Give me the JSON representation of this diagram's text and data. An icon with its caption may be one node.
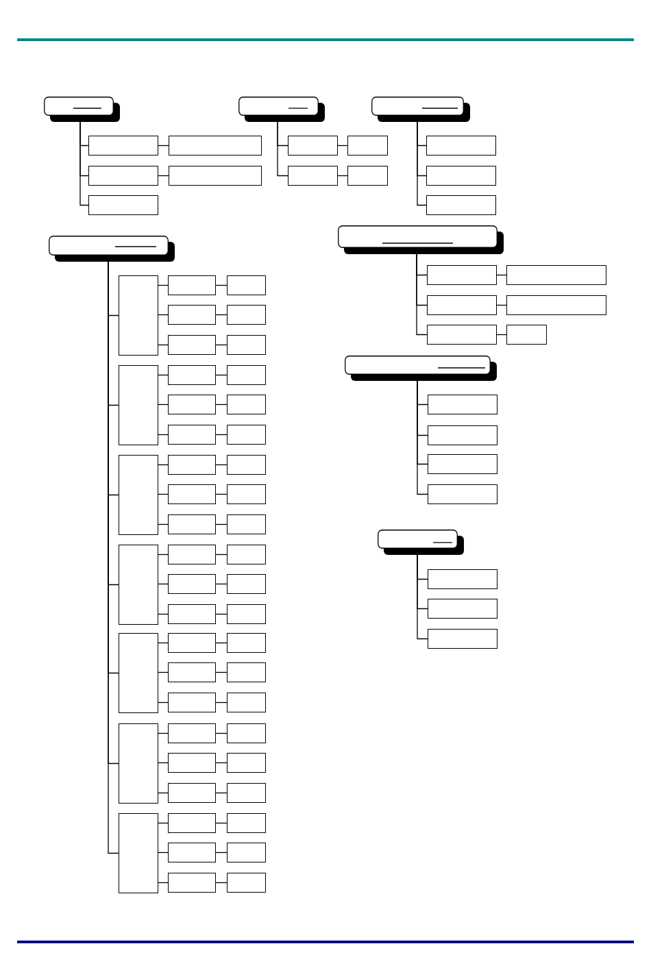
{
  "diagram": {
    "nodes": [
      {
        "text": [],
        "shape": "box"
      },
      {
        "text": [],
        "shape": "box"
      },
      {
        "text": [],
        "shape": "box"
      },
      {
        "text": [],
        "shape": "box"
      },
      {
        "text": [],
        "shape": "box"
      },
      {
        "text": [],
        "shape": "box"
      },
      {
        "text": [],
        "shape": "box"
      },
      {
        "text": [],
        "shape": "box"
      },
      {
        "text": [],
        "shape": "box"
      },
      {
        "text": [],
        "shape": "box"
      },
      {
        "text": [],
        "shape": "box"
      },
      {
        "text": [],
        "shape": "box"
      },
      {
        "text": [],
        "shape": "box"
      },
      {
        "text": [],
        "shape": "box"
      },
      {
        "text": [],
        "shape": "box"
      },
      {
        "text": [],
        "shape": "box"
      },
      {
        "text": [],
        "shape": "box"
      },
      {
        "text": [],
        "shape": "box"
      },
      {
        "text": [],
        "shape": "box"
      },
      {
        "text": [],
        "shape": "box"
      },
      {
        "text": [],
        "shape": "box"
      },
      {
        "text": [],
        "shape": "box"
      },
      {
        "text": [],
        "shape": "box"
      },
      {
        "text": [],
        "shape": "box"
      },
      {
        "text": [],
        "shape": "box"
      },
      {
        "text": [],
        "shape": "box"
      },
      {
        "text": [],
        "shape": "box"
      },
      {
        "text": [],
        "shape": "box"
      },
      {
        "text": [],
        "shape": "box"
      },
      {
        "text": [],
        "shape": "box"
      },
      {
        "text": [],
        "shape": "box"
      },
      {
        "text": [],
        "shape": "box"
      },
      {
        "text": [],
        "shape": "box"
      },
      {
        "text": [],
        "shape": "box"
      },
      {
        "text": [],
        "shape": "box"
      },
      {
        "text": [],
        "shape": "box"
      },
      {
        "text": [],
        "shape": "box"
      },
      {
        "text": [],
        "shape": "box"
      },
      {
        "text": [],
        "shape": "box"
      },
      {
        "text": [],
        "shape": "box"
      },
      {
        "text": [],
        "shape": "box"
      },
      {
        "text": [],
        "shape": "box"
      },
      {
        "text": [],
        "shape": "box"
      },
      {
        "text": [],
        "shape": "box"
      },
      {
        "text": [],
        "shape": "box"
      },
      {
        "text": [],
        "shape": "box"
      },
      {
        "text": [],
        "shape": "box"
      },
      {
        "text": [],
        "shape": "box"
      },
      {
        "text": [],
        "shape": "box"
      },
      {
        "text": [],
        "shape": "box"
      },
      {
        "text": [],
        "shape": "box"
      },
      {
        "text": [],
        "shape": "box"
      },
      {
        "text": [],
        "shape": "box"
      },
      {
        "text": [],
        "shape": "box"
      },
      {
        "text": [],
        "shape": "box"
      },
      {
        "text": [],
        "shape": "box"
      },
      {
        "text": [],
        "shape": "box"
      },
      {
        "text": [],
        "shape": "box"
      },
      {
        "text": [],
        "shape": "box"
      },
      {
        "text": [],
        "shape": "box"
      },
      {
        "text": [],
        "shape": "box"
      },
      {
        "text": [],
        "shape": "box"
      },
      {
        "text": [],
        "shape": "box"
      },
      {
        "text": [],
        "shape": "box"
      },
      {
        "text": [],
        "shape": "box"
      },
      {
        "text": [],
        "shape": "box"
      },
      {
        "text": [],
        "shape": "box"
      },
      {
        "text": [],
        "shape": "box"
      },
      {
        "text": [],
        "shape": "box"
      },
      {
        "text": [],
        "shape": "box"
      },
      {
        "text": [],
        "shape": "box"
      },
      {
        "text": [],
        "shape": "box"
      },
      {
        "text": [],
        "shape": "box"
      },
      {
        "text": [],
        "shape": "box"
      },
      {
        "text": [],
        "shape": "box"
      },
      {
        "text": [],
        "shape": "box"
      },
      {
        "text": [],
        "shape": "box"
      },
      {
        "text": [],
        "shape": "box"
      },
      {
        "text": [],
        "shape": "box"
      },
      {
        "text": [],
        "shape": "box"
      },
      {
        "text": [],
        "shape": "box"
      }
    ],
    "edges": [
      {
        "from": 0,
        "to": 1,
        "arrow": "none"
      },
      {
        "from": 1,
        "to": 2,
        "arrow": "none"
      },
      {
        "from": 0,
        "to": 3,
        "arrow": "none"
      },
      {
        "from": 3,
        "to": 4,
        "arrow": "none"
      },
      {
        "from": 0,
        "to": 5,
        "arrow": "none"
      },
      {
        "from": 6,
        "to": 7,
        "arrow": "none"
      },
      {
        "from": 7,
        "to": 8,
        "arrow": "none"
      },
      {
        "from": 6,
        "to": 9,
        "arrow": "none"
      },
      {
        "from": 9,
        "to": 10,
        "arrow": "none"
      },
      {
        "from": 11,
        "to": 12,
        "arrow": "none"
      },
      {
        "from": 11,
        "to": 13,
        "arrow": "none"
      },
      {
        "from": 11,
        "to": 14,
        "arrow": "none"
      },
      {
        "from": 15,
        "to": 16,
        "arrow": "none"
      },
      {
        "from": 16,
        "to": 17,
        "arrow": "none"
      },
      {
        "from": 17,
        "to": 18,
        "arrow": "none"
      },
      {
        "from": 16,
        "to": 19,
        "arrow": "none"
      },
      {
        "from": 19,
        "to": 20,
        "arrow": "none"
      },
      {
        "from": 16,
        "to": 21,
        "arrow": "none"
      },
      {
        "from": 21,
        "to": 22,
        "arrow": "none"
      },
      {
        "from": 15,
        "to": 23,
        "arrow": "none"
      },
      {
        "from": 23,
        "to": 24,
        "arrow": "none"
      },
      {
        "from": 24,
        "to": 25,
        "arrow": "none"
      },
      {
        "from": 23,
        "to": 26,
        "arrow": "none"
      },
      {
        "from": 26,
        "to": 27,
        "arrow": "none"
      },
      {
        "from": 23,
        "to": 28,
        "arrow": "none"
      },
      {
        "from": 28,
        "to": 29,
        "arrow": "none"
      },
      {
        "from": 15,
        "to": 30,
        "arrow": "none"
      },
      {
        "from": 30,
        "to": 31,
        "arrow": "none"
      },
      {
        "from": 31,
        "to": 32,
        "arrow": "none"
      },
      {
        "from": 30,
        "to": 33,
        "arrow": "none"
      },
      {
        "from": 33,
        "to": 34,
        "arrow": "none"
      },
      {
        "from": 30,
        "to": 35,
        "arrow": "none"
      },
      {
        "from": 35,
        "to": 36,
        "arrow": "none"
      },
      {
        "from": 15,
        "to": 37,
        "arrow": "none"
      },
      {
        "from": 37,
        "to": 38,
        "arrow": "none"
      },
      {
        "from": 38,
        "to": 39,
        "arrow": "none"
      },
      {
        "from": 37,
        "to": 40,
        "arrow": "none"
      },
      {
        "from": 40,
        "to": 41,
        "arrow": "none"
      },
      {
        "from": 37,
        "to": 42,
        "arrow": "none"
      },
      {
        "from": 42,
        "to": 43,
        "arrow": "none"
      },
      {
        "from": 15,
        "to": 44,
        "arrow": "none"
      },
      {
        "from": 44,
        "to": 45,
        "arrow": "none"
      },
      {
        "from": 45,
        "to": 46,
        "arrow": "none"
      },
      {
        "from": 44,
        "to": 47,
        "arrow": "none"
      },
      {
        "from": 47,
        "to": 48,
        "arrow": "none"
      },
      {
        "from": 44,
        "to": 49,
        "arrow": "none"
      },
      {
        "from": 49,
        "to": 50,
        "arrow": "none"
      },
      {
        "from": 15,
        "to": 51,
        "arrow": "none"
      },
      {
        "from": 51,
        "to": 52,
        "arrow": "none"
      },
      {
        "from": 52,
        "to": 53,
        "arrow": "none"
      },
      {
        "from": 51,
        "to": 54,
        "arrow": "none"
      },
      {
        "from": 54,
        "to": 55,
        "arrow": "none"
      },
      {
        "from": 51,
        "to": 56,
        "arrow": "none"
      },
      {
        "from": 56,
        "to": 57,
        "arrow": "none"
      },
      {
        "from": 15,
        "to": 58,
        "arrow": "none"
      },
      {
        "from": 58,
        "to": 59,
        "arrow": "none"
      },
      {
        "from": 59,
        "to": 60,
        "arrow": "none"
      },
      {
        "from": 58,
        "to": 61,
        "arrow": "none"
      },
      {
        "from": 61,
        "to": 62,
        "arrow": "none"
      },
      {
        "from": 58,
        "to": 63,
        "arrow": "none"
      },
      {
        "from": 63,
        "to": 64,
        "arrow": "none"
      },
      {
        "from": 65,
        "to": 66,
        "arrow": "none"
      },
      {
        "from": 66,
        "to": 67,
        "arrow": "none"
      },
      {
        "from": 65,
        "to": 68,
        "arrow": "none"
      },
      {
        "from": 68,
        "to": 69,
        "arrow": "none"
      },
      {
        "from": 65,
        "to": 70,
        "arrow": "none"
      },
      {
        "from": 70,
        "to": 71,
        "arrow": "none"
      },
      {
        "from": 72,
        "to": 73,
        "arrow": "none"
      },
      {
        "from": 72,
        "to": 74,
        "arrow": "none"
      },
      {
        "from": 72,
        "to": 75,
        "arrow": "none"
      },
      {
        "from": 72,
        "to": 76,
        "arrow": "none"
      },
      {
        "from": 77,
        "to": 78,
        "arrow": "none"
      },
      {
        "from": 77,
        "to": 79,
        "arrow": "none"
      },
      {
        "from": 77,
        "to": 80,
        "arrow": "none"
      }
    ]
  }
}
